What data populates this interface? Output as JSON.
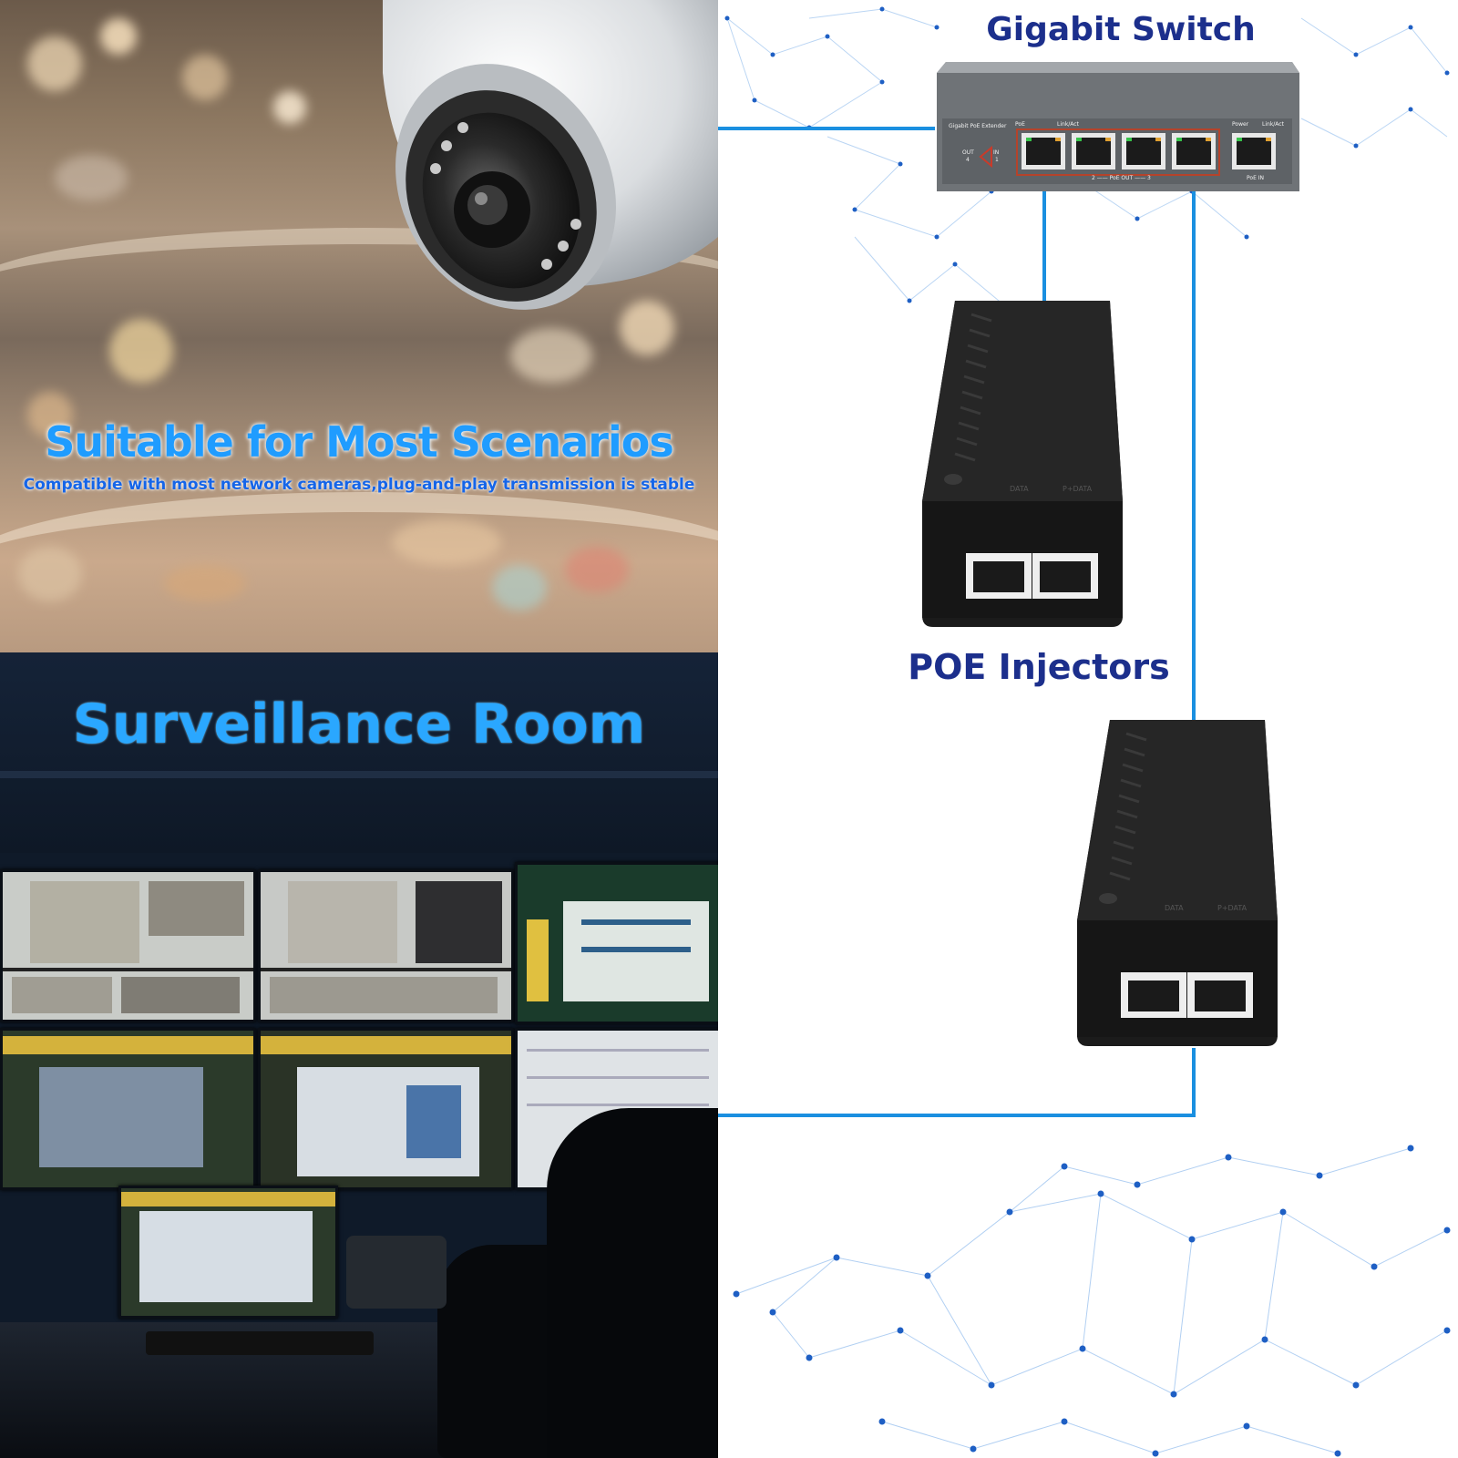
{
  "mall_panel": {
    "heading": "Suitable for Most Scenarios",
    "subheading": "Compatible with most network cameras,plug-and-play transmission is stable"
  },
  "room_panel": {
    "heading": "Surveillance Room"
  },
  "diagram": {
    "switch_label": "Gigabit Switch",
    "injectors_label": "POE Injectors",
    "switch_panel": {
      "model": "Gigabit PoE Extender",
      "poe": "PoE",
      "link_act_left": "Link/Act",
      "power": "Power",
      "link_act_right": "Link/Act",
      "out": "OUT",
      "in": "IN",
      "out_num": "4",
      "in_num": "1",
      "poe_out": "2 —— PoE OUT —— 3",
      "poe_in": "PoE IN"
    },
    "injector_port_labels": [
      "DATA",
      "P+DATA"
    ]
  },
  "colors": {
    "heading_blue": "#1f9cff",
    "sub_blue": "#1565e8",
    "label_navy": "#1c2f8c",
    "cable_blue": "#1a8fe0",
    "network_dots": "#1e5fc4"
  }
}
